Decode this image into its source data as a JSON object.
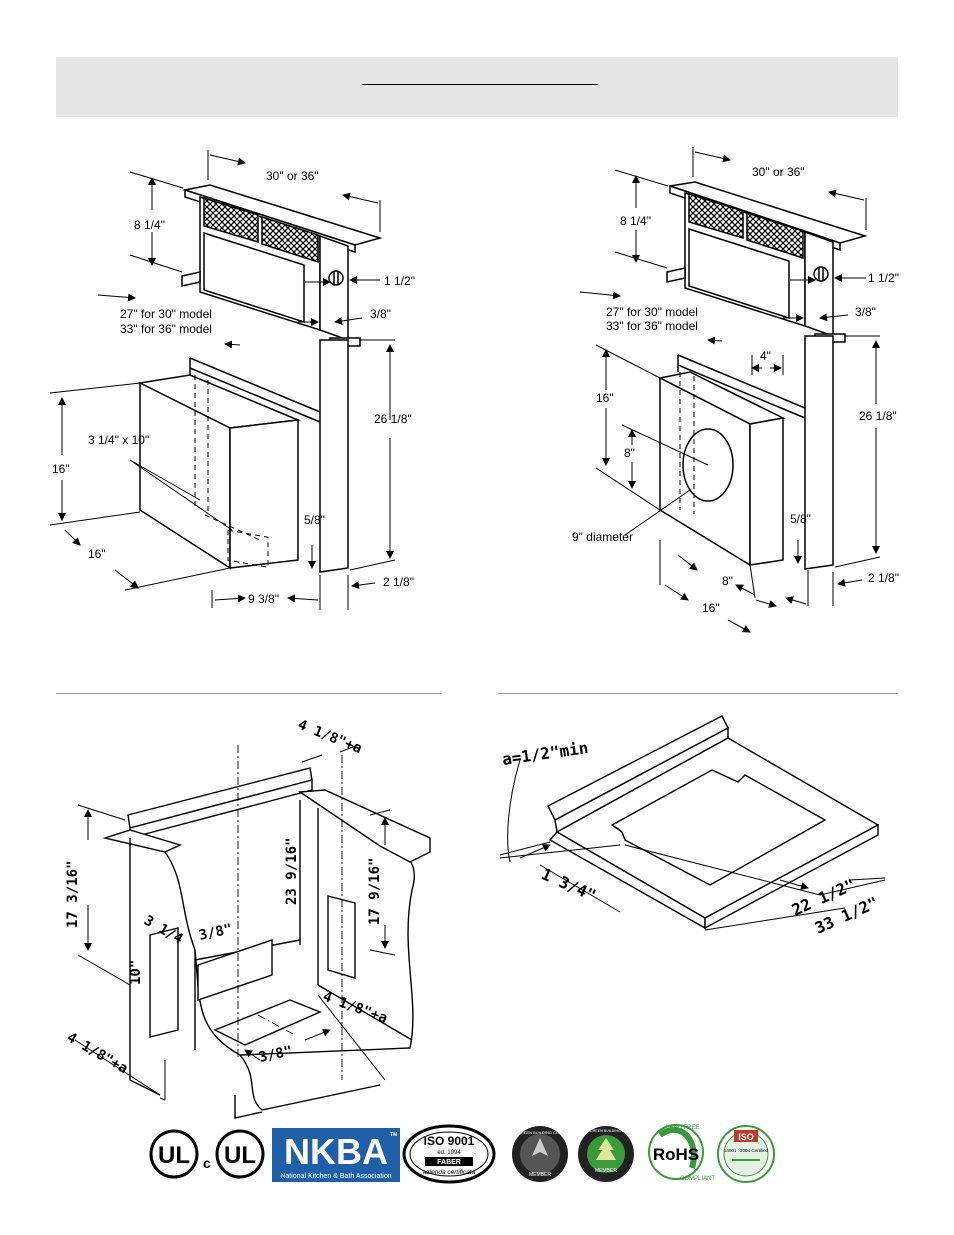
{
  "diagram_top_left": {
    "width": "30\" or 36\"",
    "height_top": "8 1/4\"",
    "knob": "1 1/2\"",
    "offset": "3/8\"",
    "depth_label_line1": "27\" for 30\" model",
    "depth_label_line2": "33\" for 36\" model",
    "duct_size": "3 1/4\" x 10\"",
    "height_box": "16\"",
    "depth_box": "16\"",
    "tall": "26 1/8\"",
    "bottom_offset": "5/8\"",
    "base_width": "9 3/8\"",
    "base_depth": "2 1/8\""
  },
  "diagram_top_right": {
    "width": "30\" or 36\"",
    "height_top": "8 1/4\"",
    "knob": "1 1/2\"",
    "offset": "3/8\"",
    "depth_label_line1": "27\" for 30\" model",
    "depth_label_line2": "33\" for 36\" model",
    "inset": "4\"",
    "height_box": "16\"",
    "duct_center": "8\"",
    "diameter": "9\" diameter",
    "tall": "26 1/8\"",
    "bottom_offset": "5/8\"",
    "base_half": "8\"",
    "base_full": "16\"",
    "base_depth": "2 1/8\""
  },
  "diagram_bottom_left": {
    "top_dim": "4 1/8\"+a",
    "left_height": "17 3/16\"",
    "center_height": "23 9/16\"",
    "right_height": "17 9/16\"",
    "left_inset": "3 1/4",
    "left_opening": "3/8\"",
    "side_opening": "10\"",
    "bottom_dim": "4 1/8\"+a",
    "bottom_inset": "3/8\"",
    "left_bottom_dim": "4 1/8\"+a"
  },
  "diagram_bottom_right": {
    "clearance": "a=1/2\"min",
    "front_dim": "1 3/4\"",
    "inner_depth": "22 1/2\"",
    "outer_depth": "33 1/2\""
  },
  "logos": {
    "ul": "UL",
    "cul_c": "c",
    "nkba": "NKBA",
    "nkba_tm": "TM",
    "nkba_sub": "National Kitchen & Bath Association",
    "iso": "ISO 9001",
    "iso_ed": "ed. 1994",
    "iso_brand": "FABER",
    "iso_sub": "azienda certificata",
    "usgbc": "U.S. GREEN BUILDING COUNCIL",
    "usgbc_member": "MEMBER",
    "cagbc": "CANADA GREEN BUILDING COUNCIL",
    "cagbc_member": "MEMBER",
    "rohs": "RoHS",
    "rohs_top": "LEAD FREE",
    "rohs_bottom": "COMPLIANT",
    "iso14001": "ISO",
    "iso14001_sub": "14001 : 2004 Certified"
  },
  "colors": {
    "header_band": "#e6e6e6",
    "nkba_blue": "#1f5fa8",
    "green": "#3a9a3a"
  }
}
